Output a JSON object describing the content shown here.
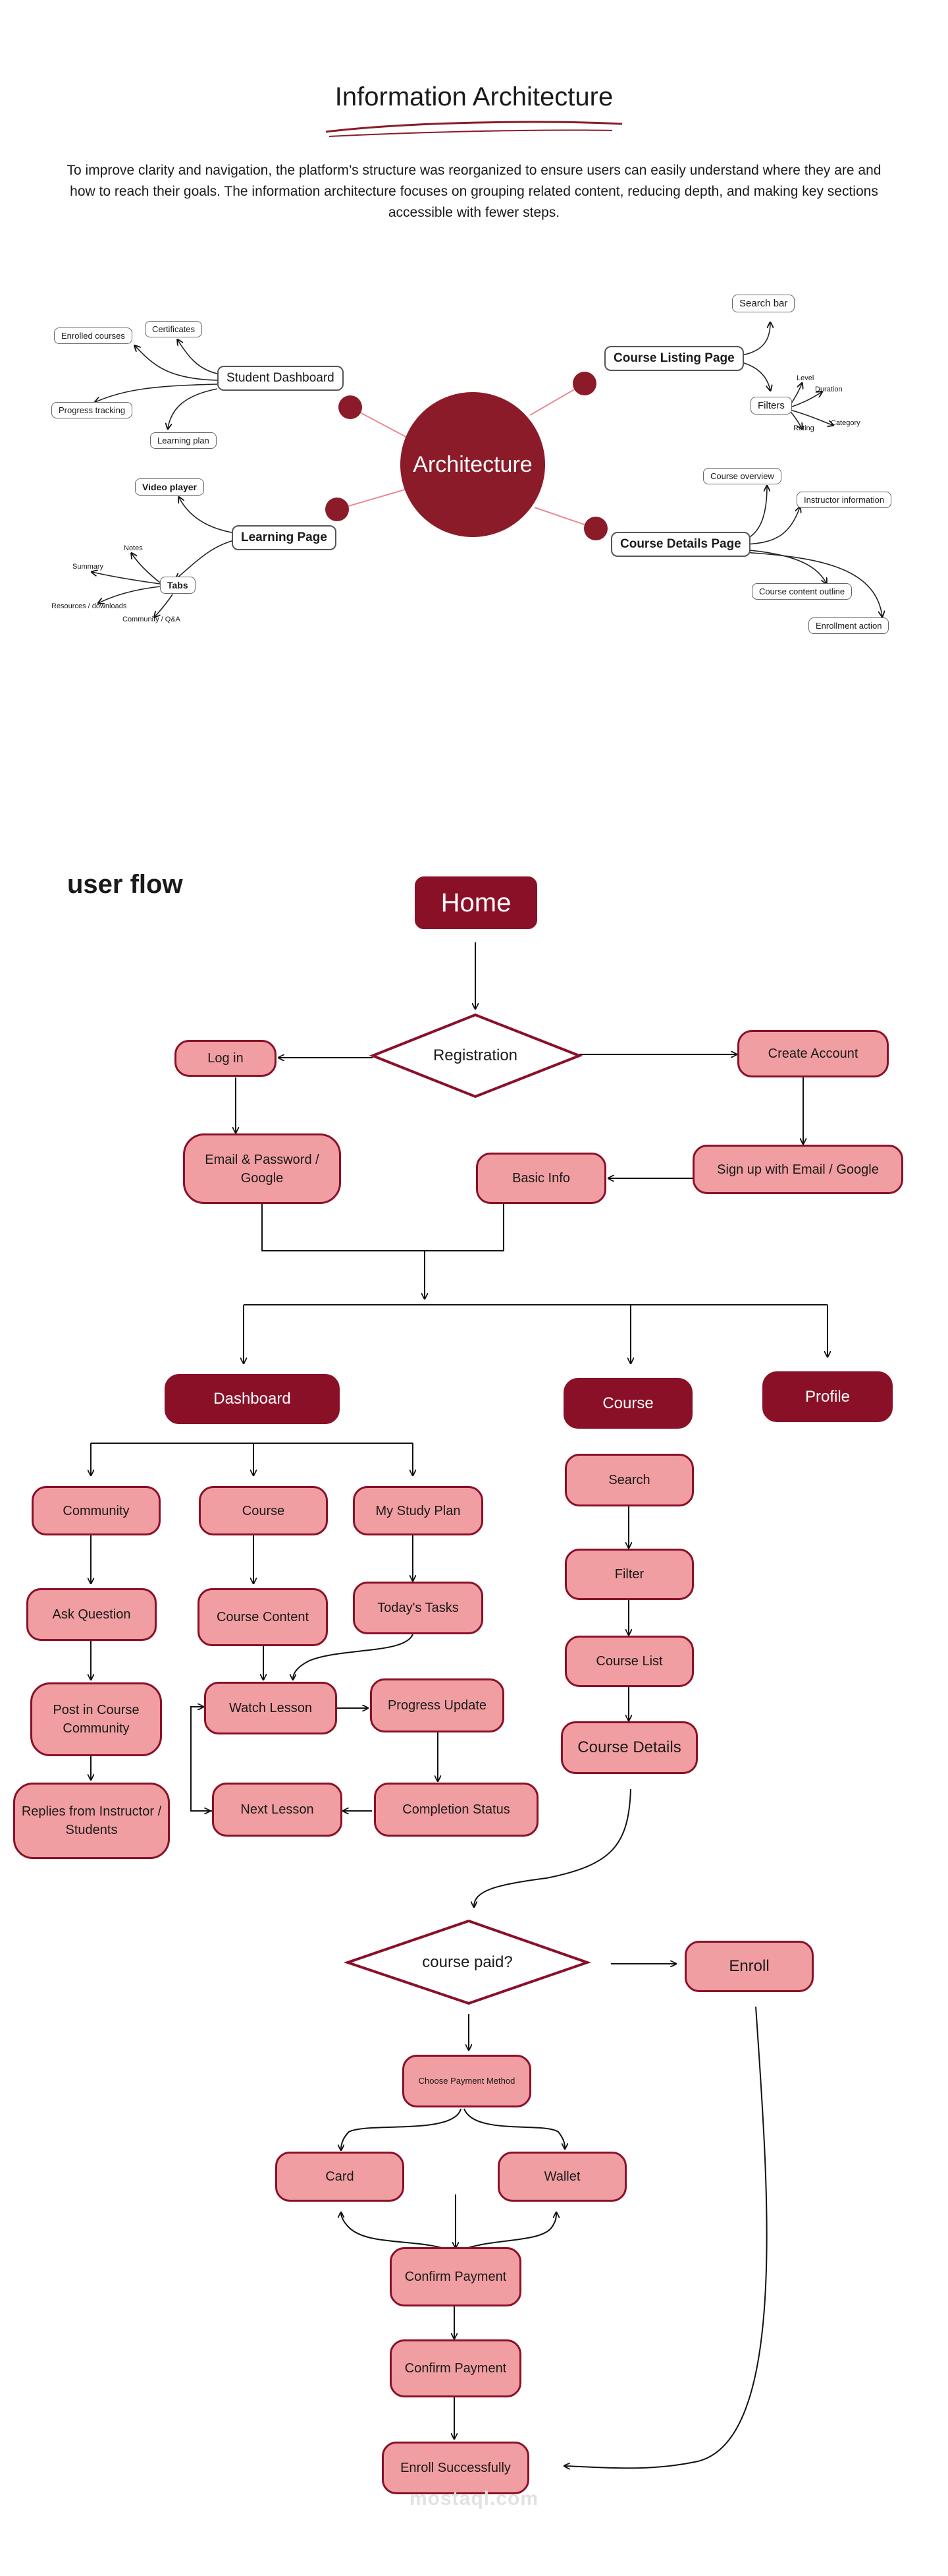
{
  "ia": {
    "title": "Information Architecture",
    "description": "To improve clarity and navigation, the platform’s structure was reorganized to ensure users can easily understand where they are and how to reach their goals. The information architecture focuses on grouping related content, reducing depth, and making key sections accessible with fewer steps.",
    "center": "Architecture",
    "student_dashboard": {
      "label": "Student Dashboard",
      "items": [
        "Enrolled courses",
        "Certificates",
        "Progress tracking",
        "Learning plan"
      ]
    },
    "learning_page": {
      "label": "Learning Page",
      "video": "Video player",
      "tabs": "Tabs",
      "tab_items": [
        "Notes",
        "Summary",
        "Resources / downloads",
        "Community / Q&A"
      ]
    },
    "course_listing": {
      "label": "Course Listing Page",
      "search": "Search bar",
      "filters": "Filters",
      "filter_items": [
        "Level",
        "Duration",
        "Rating",
        "Category"
      ]
    },
    "course_details": {
      "label": "Course Details Page",
      "items": [
        "Course overview",
        "Instructor information",
        "Course content outline",
        "Enrollment action"
      ]
    }
  },
  "flow": {
    "title": "user flow",
    "home": "Home",
    "registration": "Registration",
    "login": "Log in",
    "create_account": "Create Account",
    "email_password": "Email & Password / Google",
    "basic_info": "Basic Info",
    "signup": "Sign up with Email / Google",
    "dashboard": "Dashboard",
    "course_main": "Course",
    "profile": "Profile",
    "community": "Community",
    "course_sub": "Course",
    "study_plan": "My Study Plan",
    "ask_question": "Ask Question",
    "course_content": "Course Content",
    "todays_tasks": "Today's Tasks",
    "post_community": "Post in Course Community",
    "watch_lesson": "Watch Lesson",
    "progress_update": "Progress Update",
    "replies": "Replies from Instructor / Students",
    "next_lesson": "Next Lesson",
    "completion_status": "Completion Status",
    "search": "Search",
    "filter": "Filter",
    "course_list": "Course List",
    "course_details": "Course Details",
    "course_paid": "course paid?",
    "enroll": "Enroll",
    "choose_payment": "Choose Payment Method",
    "card": "Card",
    "wallet": "Wallet",
    "confirm_payment_1": "Confirm Payment",
    "confirm_payment_2": "Confirm Payment",
    "enroll_success": "Enroll Successfully"
  },
  "watermark": "mostaql.com",
  "colors": {
    "brand_dark": "#8a1028",
    "ia_circle": "#8b1b28",
    "box_fill": "#f09ea1"
  }
}
